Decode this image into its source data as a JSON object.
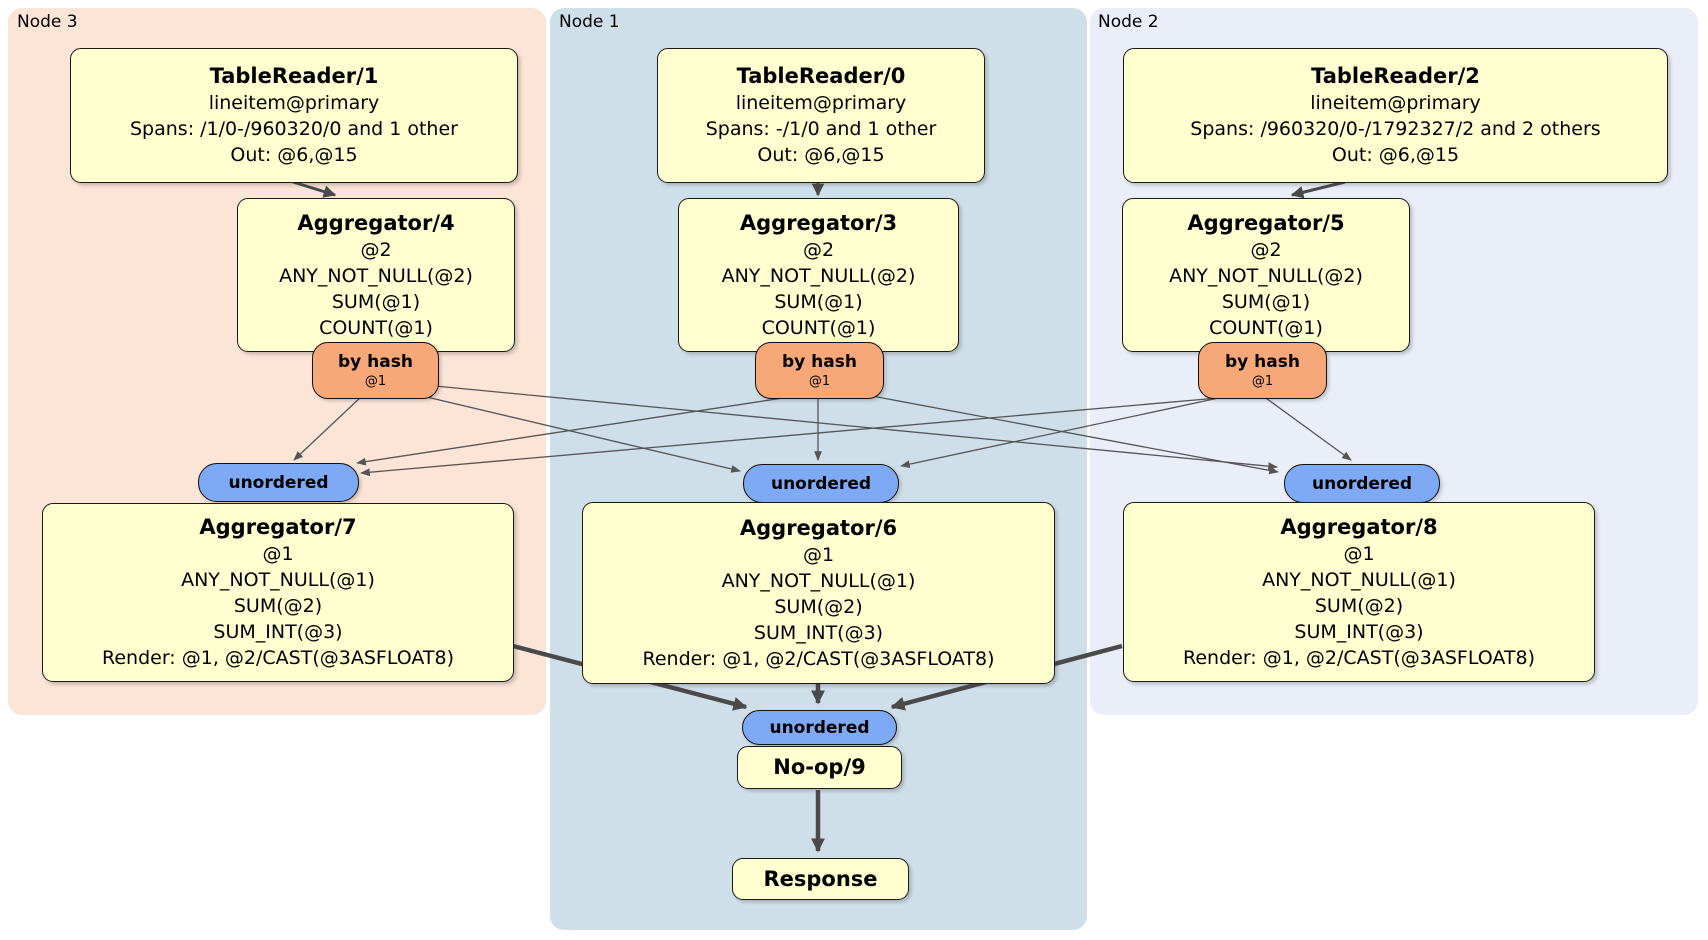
{
  "node_groups": {
    "node3": {
      "label": "Node 3"
    },
    "node1": {
      "label": "Node 1"
    },
    "node2": {
      "label": "Node 2"
    }
  },
  "processors": {
    "tr1": {
      "title": "TableReader/1",
      "lines": [
        "lineitem@primary",
        "Spans: /1/0-/960320/0 and 1 other",
        "Out: @6,@15"
      ]
    },
    "tr0": {
      "title": "TableReader/0",
      "lines": [
        "lineitem@primary",
        "Spans: -/1/0 and 1 other",
        "Out: @6,@15"
      ]
    },
    "tr2": {
      "title": "TableReader/2",
      "lines": [
        "lineitem@primary",
        "Spans: /960320/0-/1792327/2 and 2 others",
        "Out: @6,@15"
      ]
    },
    "agg4": {
      "title": "Aggregator/4",
      "lines": [
        "@2",
        "ANY_NOT_NULL(@2)",
        "SUM(@1)",
        "COUNT(@1)"
      ]
    },
    "agg3": {
      "title": "Aggregator/3",
      "lines": [
        "@2",
        "ANY_NOT_NULL(@2)",
        "SUM(@1)",
        "COUNT(@1)"
      ]
    },
    "agg5": {
      "title": "Aggregator/5",
      "lines": [
        "@2",
        "ANY_NOT_NULL(@2)",
        "SUM(@1)",
        "COUNT(@1)"
      ]
    },
    "agg7": {
      "title": "Aggregator/7",
      "lines": [
        "@1",
        "ANY_NOT_NULL(@1)",
        "SUM(@2)",
        "SUM_INT(@3)",
        "Render: @1, @2/CAST(@3ASFLOAT8)"
      ]
    },
    "agg6": {
      "title": "Aggregator/6",
      "lines": [
        "@1",
        "ANY_NOT_NULL(@1)",
        "SUM(@2)",
        "SUM_INT(@3)",
        "Render: @1, @2/CAST(@3ASFLOAT8)"
      ]
    },
    "agg8": {
      "title": "Aggregator/8",
      "lines": [
        "@1",
        "ANY_NOT_NULL(@1)",
        "SUM(@2)",
        "SUM_INT(@3)",
        "Render: @1, @2/CAST(@3ASFLOAT8)"
      ]
    },
    "noop": {
      "title": "No-op/9"
    },
    "response": {
      "title": "Response"
    }
  },
  "router": {
    "label": "by hash",
    "key": "@1"
  },
  "sync": {
    "label": "unordered"
  },
  "colors": {
    "node3_bg": "#fce4d6",
    "node1_bg": "#cfdfe9",
    "node2_bg": "#e9eef9",
    "processor_bg": "#ffffcf",
    "router_bg": "#f6a878",
    "sync_bg": "#7ea9f4",
    "border": "#1a1a1a",
    "edge": "#4a4a4a"
  }
}
